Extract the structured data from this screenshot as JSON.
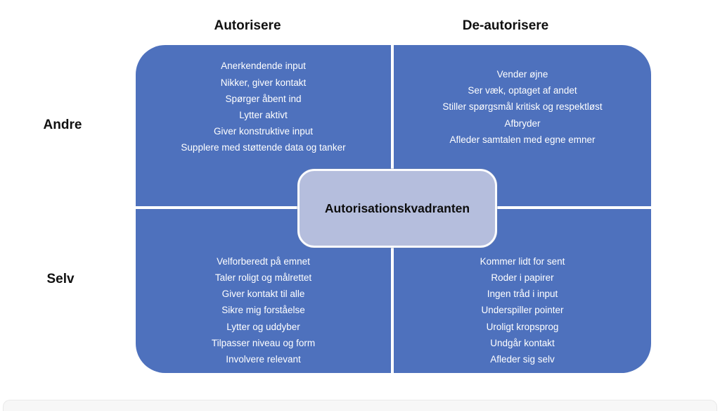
{
  "diagram": {
    "center_title": "Autorisationskvadranten",
    "column_headers": {
      "left": "Autorisere",
      "right": "De-autorisere"
    },
    "row_labels": {
      "top": "Andre",
      "bottom": "Selv"
    },
    "quadrants": {
      "andre_autorisere": {
        "items": [
          "Anerkendende input",
          "Nikker, giver kontakt",
          "Spørger åbent ind",
          "Lytter aktivt",
          "Giver konstruktive input",
          "Supplere med støttende data og tanker"
        ]
      },
      "andre_de_autorisere": {
        "items": [
          "Vender øjne",
          "Ser væk, optaget af andet",
          "Stiller spørgsmål kritisk og respektløst",
          "Afbryder",
          "Afleder samtalen med egne emner"
        ]
      },
      "selv_autorisere": {
        "items": [
          "Velforberedt på emnet",
          "Taler roligt og målrettet",
          "Giver kontakt til alle",
          "Sikre mig forståelse",
          "Lytter og uddyber",
          "Tilpasser niveau og form",
          "Involvere relevant"
        ]
      },
      "selv_de_autorisere": {
        "items": [
          "Kommer lidt for sent",
          "Roder i papirer",
          "Ingen tråd i input",
          "Underspiller pointer",
          "Uroligt kropsprog",
          "Undgår kontakt",
          "Afleder sig selv"
        ]
      }
    },
    "colors": {
      "quadrant_fill": "#4e71bd",
      "center_fill": "#b5bedd",
      "quadrant_text": "#ffffff",
      "label_text": "#111111",
      "bottom_strip": "#f7f7f7"
    }
  }
}
